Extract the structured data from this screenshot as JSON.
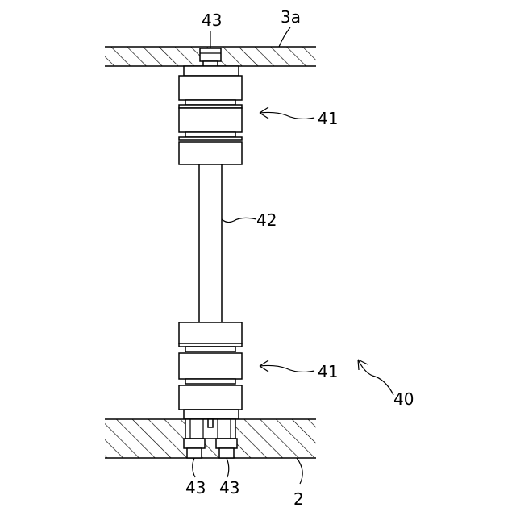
{
  "labels": {
    "plate_top": "3a",
    "plate_bottom": "2",
    "fastener_top": "43",
    "fastener_bottom_left": "43",
    "fastener_bottom_right": "43",
    "bearing_upper": "41",
    "bearing_lower": "41",
    "shaft": "42",
    "assembly": "40"
  }
}
